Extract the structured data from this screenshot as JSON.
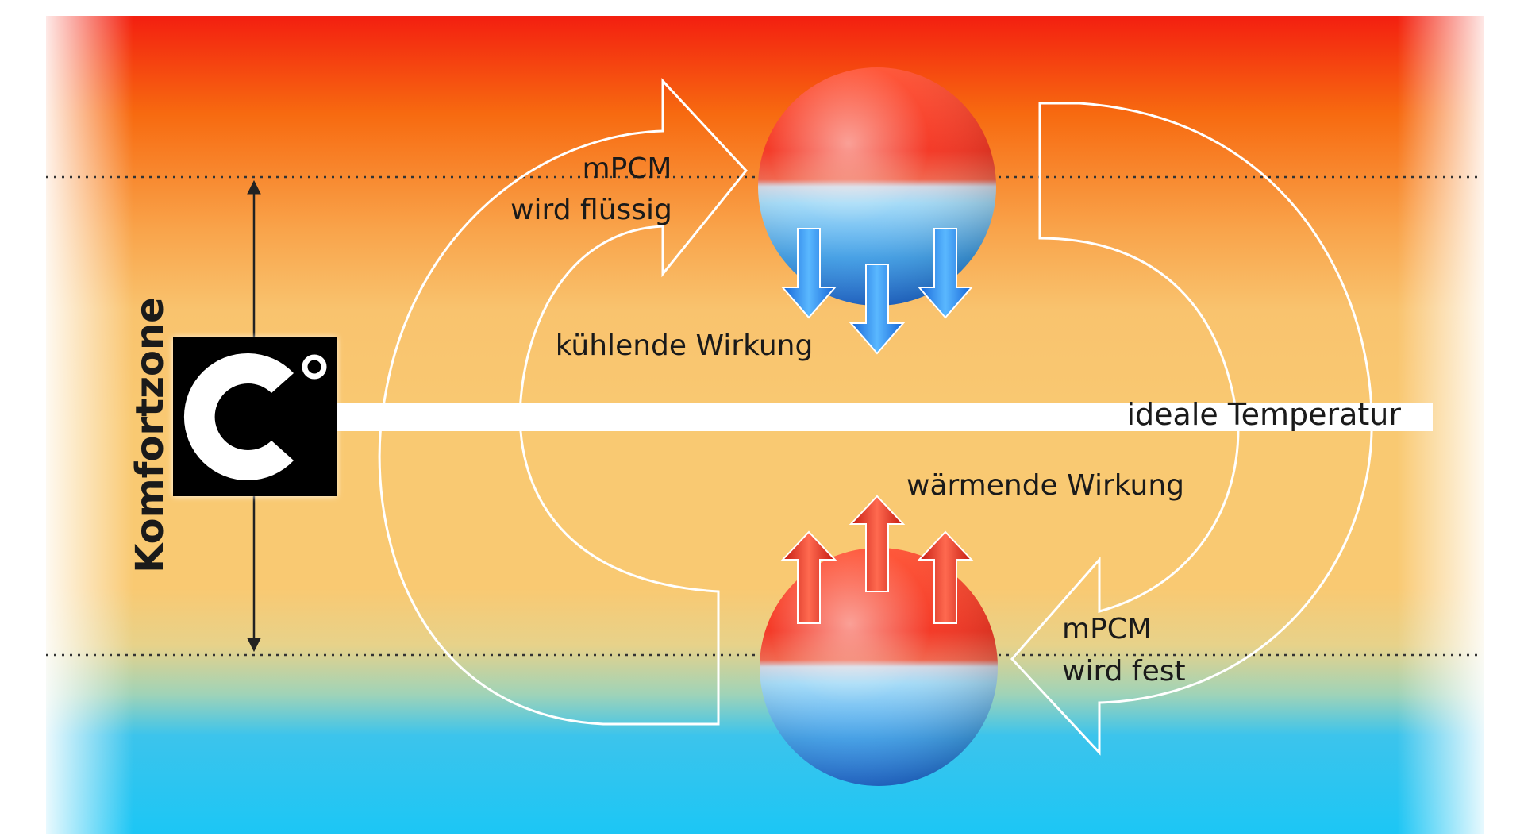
{
  "labels": {
    "comfort_zone": "Komfortzone",
    "top_melt_line1": "mPCM",
    "top_melt_line2": "wird flüssig",
    "cooling_effect": "kühlende Wirkung",
    "ideal_temperature": "ideale Temperatur",
    "warming_effect": "wärmende Wirkung",
    "bottom_solid_line1": "mPCM",
    "bottom_solid_line2": "wird fest"
  },
  "icons": {
    "celsius_badge": "degree-celsius-icon",
    "cooling_arrows": "arrow-down-icon",
    "warming_arrows": "arrow-up-icon",
    "cycle_arrows": "cycle-arrow-icon",
    "comfort_range": "double-arrow-vertical-icon"
  },
  "colors": {
    "hot_top": "#f31f10",
    "warm_mid": "#f9c972",
    "cool_bottom": "#1cc6f5",
    "cooling_arrow": "#1e88ee",
    "warming_arrow": "#e82a1c"
  }
}
